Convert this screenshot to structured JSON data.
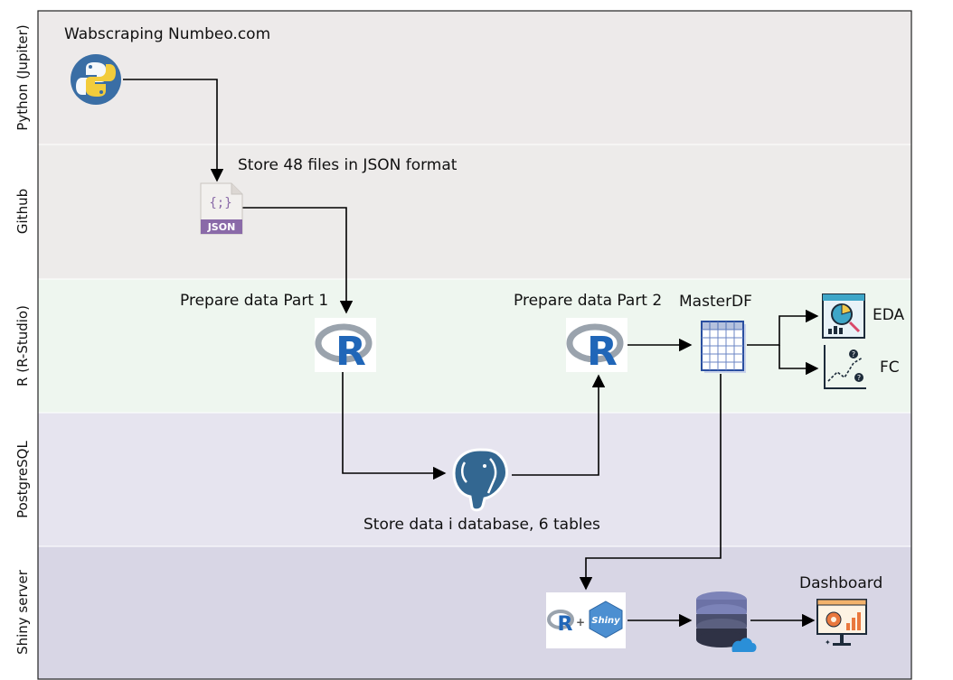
{
  "lanes": [
    {
      "label": "Python (Jupiter)",
      "color": "#edeaea"
    },
    {
      "label": "Github",
      "color": "#edebea"
    },
    {
      "label": "R (R-Studio)",
      "color": "#eef6ef"
    },
    {
      "label": "PostgreSQL",
      "color": "#e6e4ef"
    },
    {
      "label": "Shiny server",
      "color": "#d8d6e5"
    }
  ],
  "labels": {
    "webscraping": "Wabscraping Numbeo.com",
    "store_json": "Store 48 files in JSON format",
    "prepare1": "Prepare data Part 1",
    "prepare2": "Prepare data Part 2",
    "masterdf": "MasterDF",
    "eda": "EDA",
    "fc": "FC",
    "store_db": "Store data i database, 6 tables",
    "dashboard": "Dashboard"
  },
  "icons": {
    "json_badge": "JSON",
    "json_braces": "{;}",
    "r_letter": "R",
    "shiny_word": "Shiny",
    "plus": "+"
  },
  "colors": {
    "python_blue": "#3a6ea5",
    "python_yellow": "#f2cc3c",
    "r_blue": "#2066b8",
    "json_purple": "#8a6aa8",
    "postgres_blue": "#336791",
    "grid_blue": "#2a4fa0"
  }
}
